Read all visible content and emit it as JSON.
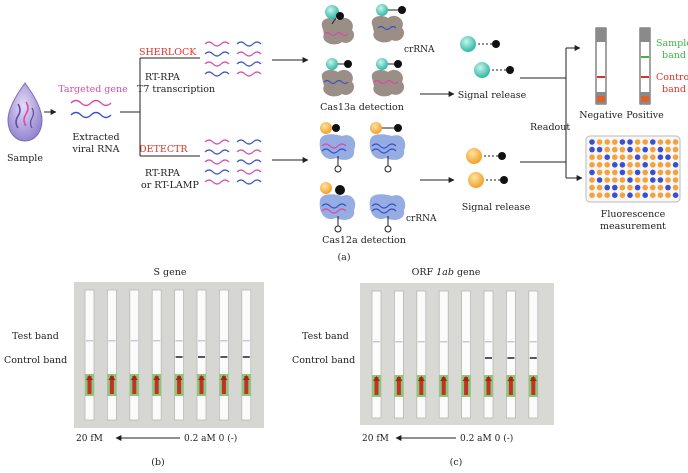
{
  "workflow": {
    "sample": "Sample",
    "targeted_gene": "Targeted gene",
    "extracted": [
      "Extracted",
      "viral RNA"
    ],
    "sherlock": {
      "name": "SHERLOCK",
      "steps": [
        "RT-RPA",
        "T7 transcription"
      ],
      "detection": "Cas13a detection",
      "crrna": "crRNA",
      "signal": "Signal release"
    },
    "detectr": {
      "name": "DETECTR",
      "steps": [
        "RT-RPA",
        "or RT-LAMP"
      ],
      "detection": "Cas12a detection",
      "crrna": "crRNA",
      "signal": "Signal release"
    },
    "readout": "Readout",
    "negative": "Negative",
    "positive": "Positive",
    "sample_band": [
      "Sample",
      "band"
    ],
    "control_band": [
      "Control",
      "band"
    ],
    "fluorescence": [
      "Fluorescence",
      "measurement"
    ],
    "panel_label": "(a)"
  },
  "panel_b": {
    "title": "S gene",
    "test_band": "Test band",
    "control_band": "Control band",
    "left_conc": "20 fM",
    "right_conc": "0.2 aM 0 (-)",
    "label": "(b)"
  },
  "panel_c": {
    "title_prefix": "ORF ",
    "title_italic": "1ab",
    "title_suffix": " gene",
    "test_band": "Test band",
    "control_band": "Control band",
    "left_conc": "20 fM",
    "right_conc": "0.2 aM 0 (-)",
    "label": "(c)"
  },
  "colors": {
    "pink_text": "#d84aa8",
    "red_text": "#e0302a",
    "green_text": "#3cb44a",
    "teal": "#3cc8b4",
    "orange": "#f5b23c",
    "blue_blob": "#8aa4e0",
    "gray_blob": "#9a8e86",
    "purple_drop": "#9b8fd0"
  }
}
